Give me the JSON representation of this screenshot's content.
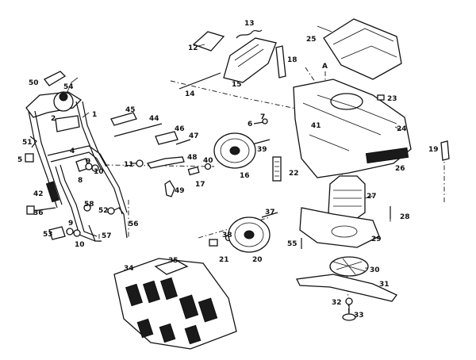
{
  "labels": [
    {
      "id": "1",
      "text": "1"
    },
    {
      "id": "2",
      "text": "2"
    },
    {
      "id": "4",
      "text": "4"
    },
    {
      "id": "5",
      "text": "5"
    },
    {
      "id": "6",
      "text": "6"
    },
    {
      "id": "7",
      "text": "7"
    },
    {
      "id": "8",
      "text": "8"
    },
    {
      "id": "9a",
      "text": "9"
    },
    {
      "id": "9b",
      "text": "9"
    },
    {
      "id": "10a",
      "text": "10"
    },
    {
      "id": "10b",
      "text": "10"
    },
    {
      "id": "11",
      "text": "11"
    },
    {
      "id": "12",
      "text": "12"
    },
    {
      "id": "13",
      "text": "13"
    },
    {
      "id": "14",
      "text": "14"
    },
    {
      "id": "15",
      "text": "15"
    },
    {
      "id": "16",
      "text": "16"
    },
    {
      "id": "17",
      "text": "17"
    },
    {
      "id": "18",
      "text": "18"
    },
    {
      "id": "19",
      "text": "19"
    },
    {
      "id": "20",
      "text": "20"
    },
    {
      "id": "21",
      "text": "21"
    },
    {
      "id": "22",
      "text": "22"
    },
    {
      "id": "23",
      "text": "23"
    },
    {
      "id": "24",
      "text": "24"
    },
    {
      "id": "25",
      "text": "25"
    },
    {
      "id": "26",
      "text": "26"
    },
    {
      "id": "27",
      "text": "27"
    },
    {
      "id": "28",
      "text": "28"
    },
    {
      "id": "29",
      "text": "29"
    },
    {
      "id": "30",
      "text": "30"
    },
    {
      "id": "31",
      "text": "31"
    },
    {
      "id": "32",
      "text": "32"
    },
    {
      "id": "33",
      "text": "33"
    },
    {
      "id": "34",
      "text": "34"
    },
    {
      "id": "35",
      "text": "35"
    },
    {
      "id": "36",
      "text": "36"
    },
    {
      "id": "37",
      "text": "37"
    },
    {
      "id": "38",
      "text": "38"
    },
    {
      "id": "39",
      "text": "39"
    },
    {
      "id": "40",
      "text": "40"
    },
    {
      "id": "41",
      "text": "41"
    },
    {
      "id": "42",
      "text": "42"
    },
    {
      "id": "44",
      "text": "44"
    },
    {
      "id": "45",
      "text": "45"
    },
    {
      "id": "46",
      "text": "46"
    },
    {
      "id": "47",
      "text": "47"
    },
    {
      "id": "48",
      "text": "48"
    },
    {
      "id": "49",
      "text": "49"
    },
    {
      "id": "50",
      "text": "50"
    },
    {
      "id": "51",
      "text": "51"
    },
    {
      "id": "52",
      "text": "52"
    },
    {
      "id": "53",
      "text": "53"
    },
    {
      "id": "54",
      "text": "54"
    },
    {
      "id": "55",
      "text": "55"
    },
    {
      "id": "56",
      "text": "56"
    },
    {
      "id": "57",
      "text": "57"
    },
    {
      "id": "58",
      "text": "58"
    },
    {
      "id": "A",
      "text": "A"
    }
  ]
}
